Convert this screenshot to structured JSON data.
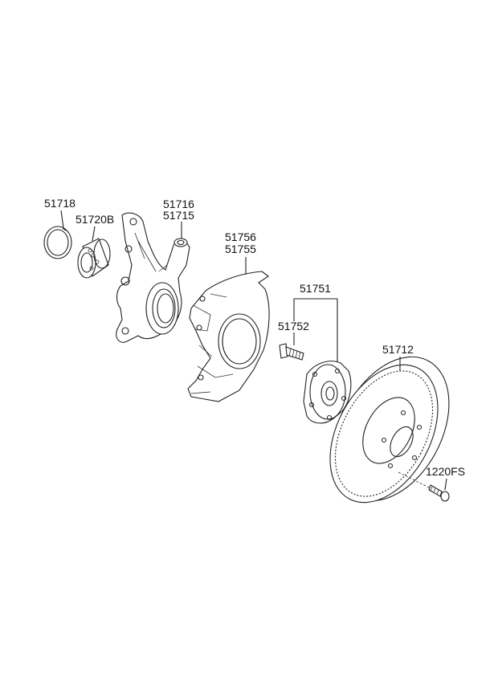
{
  "labels": {
    "p51718": "51718",
    "p51720B": "51720B",
    "p51716": "51716",
    "p51715": "51715",
    "p51756": "51756",
    "p51755": "51755",
    "p51751": "51751",
    "p51752": "51752",
    "p51712": "51712",
    "p1220FS": "1220FS"
  }
}
